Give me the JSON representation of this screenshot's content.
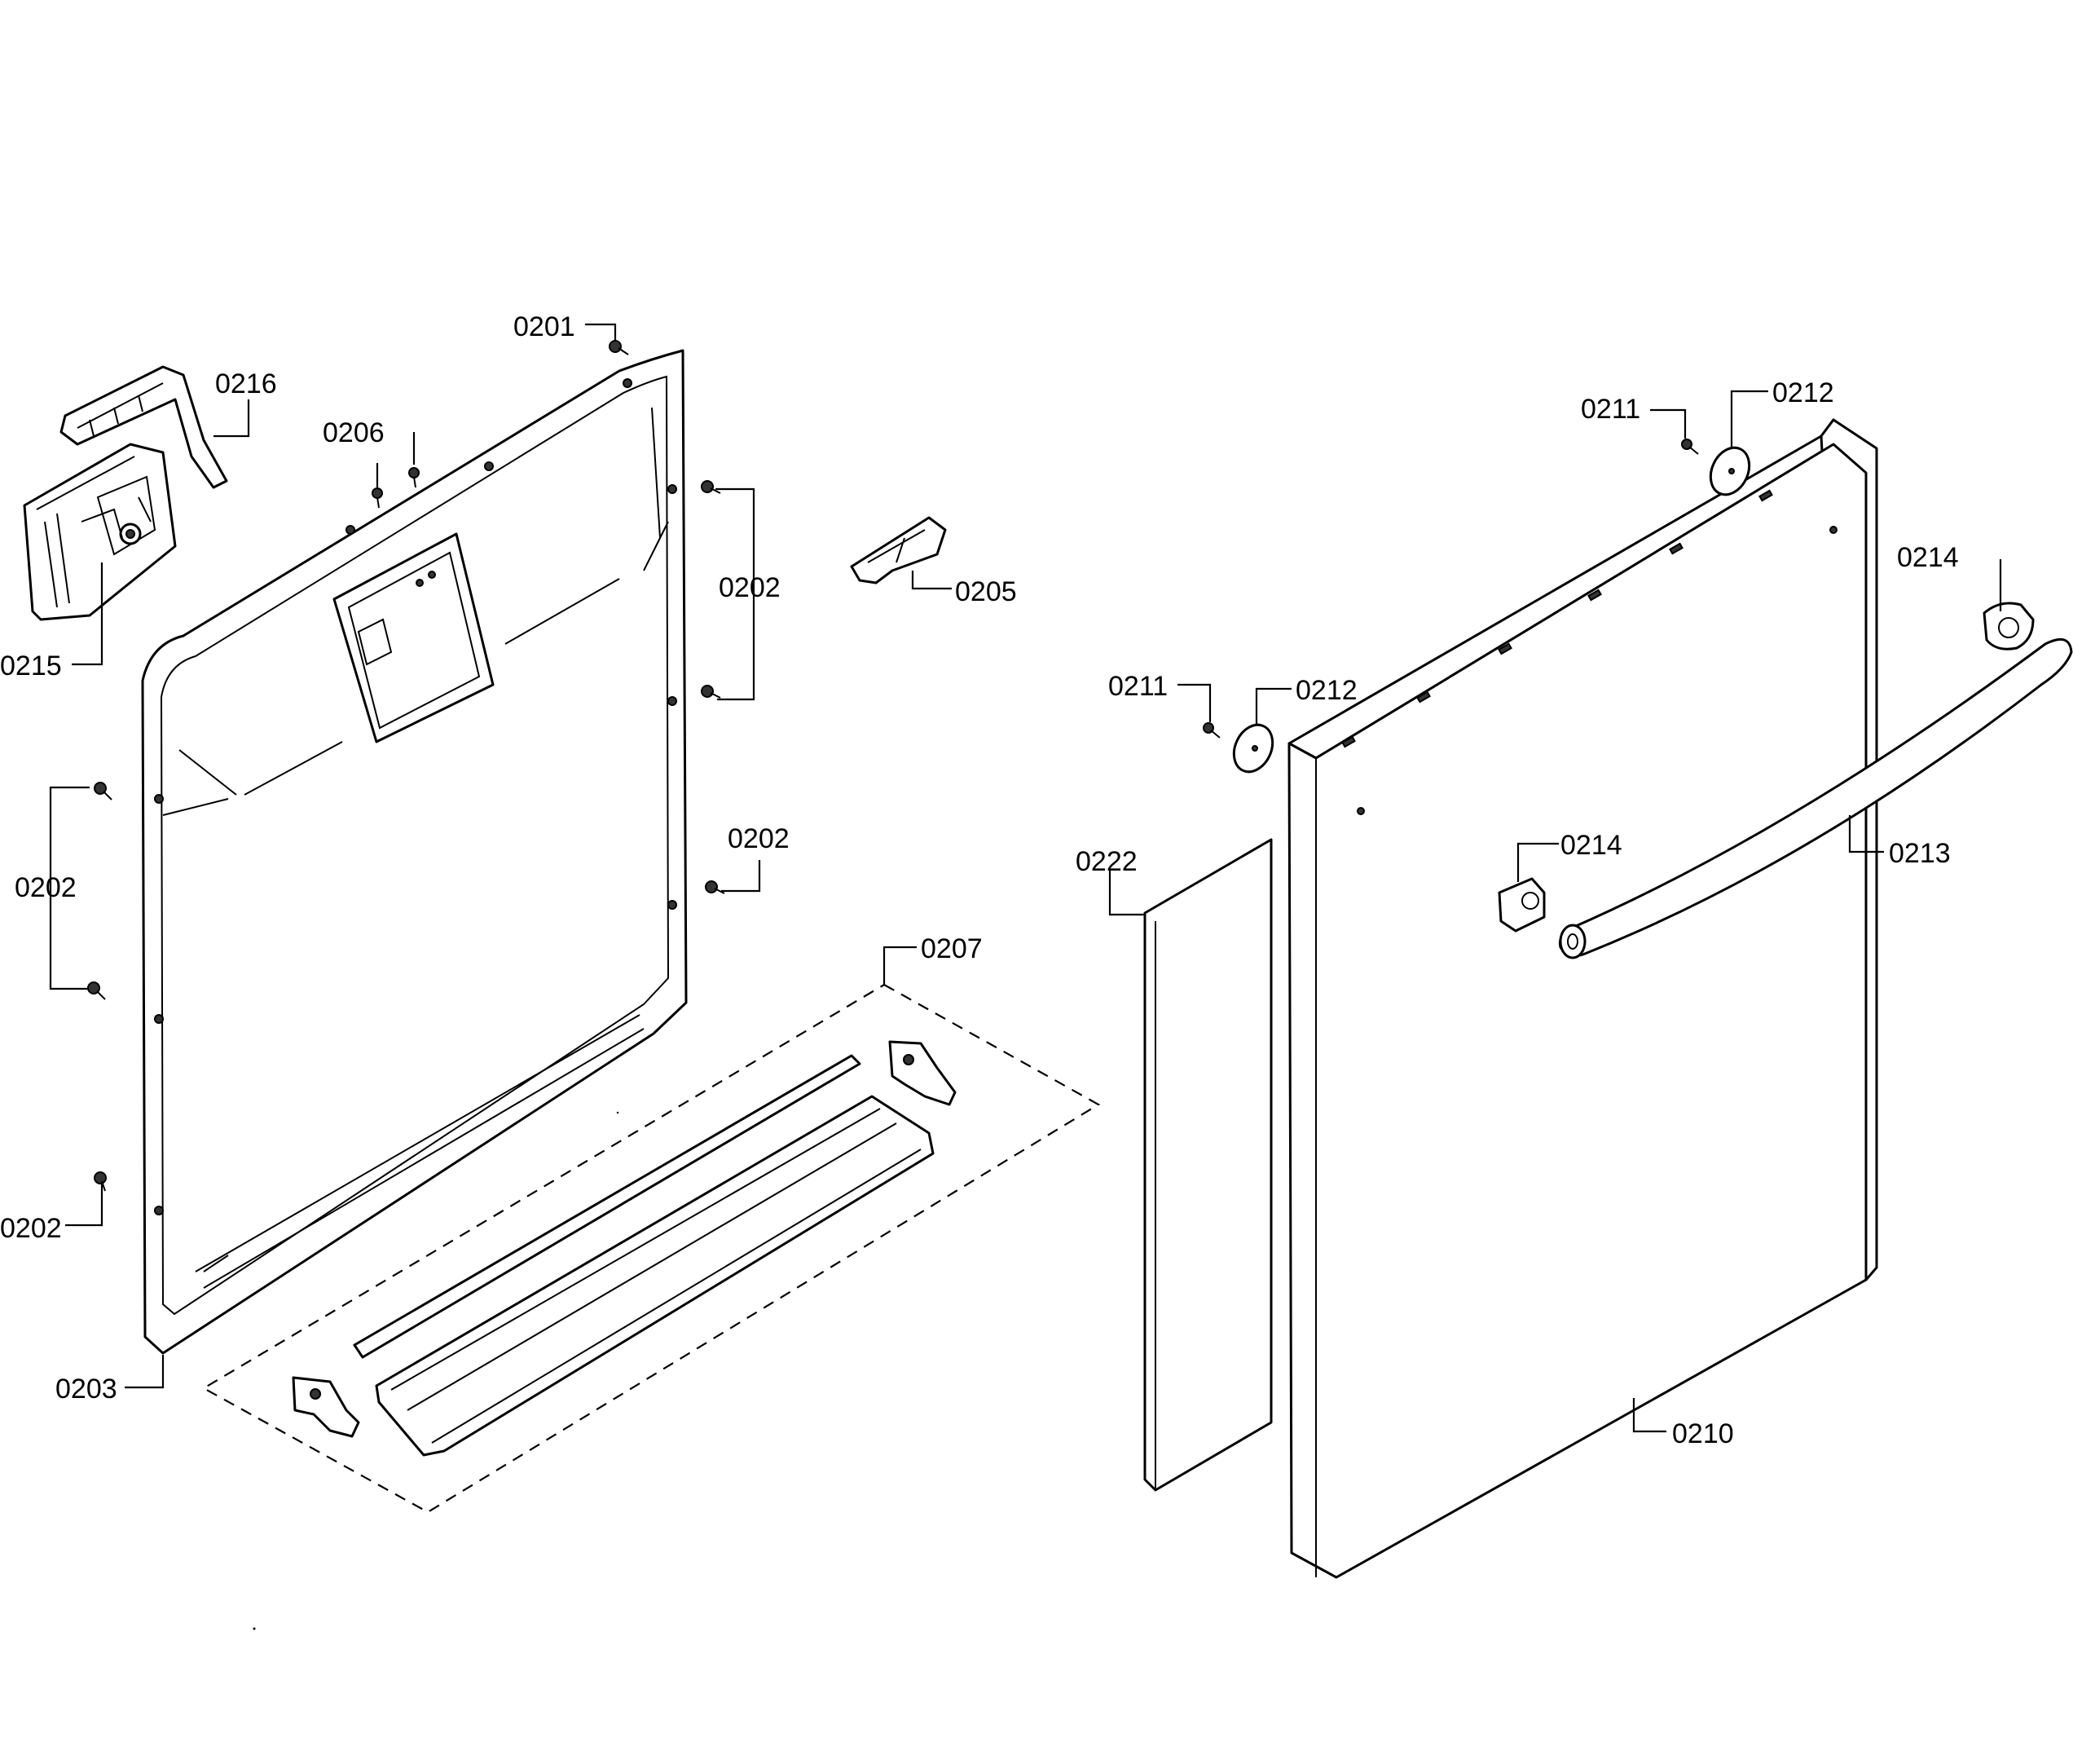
{
  "labels": {
    "l0201": "0201",
    "l0216": "0216",
    "l0206": "0206",
    "l0215": "0215",
    "l0202_a": "0202",
    "l0205": "0205",
    "l0202_b": "0202",
    "l0202_c": "0202",
    "l0202_d": "0202",
    "l0207": "0207",
    "l0203": "0203",
    "l0211_a": "0211",
    "l0212_a": "0212",
    "l0214_a": "0214",
    "l0211_b": "0211",
    "l0212_b": "0212",
    "l0222": "0222",
    "l0214_b": "0214",
    "l0213": "0213",
    "l0210": "0210"
  }
}
